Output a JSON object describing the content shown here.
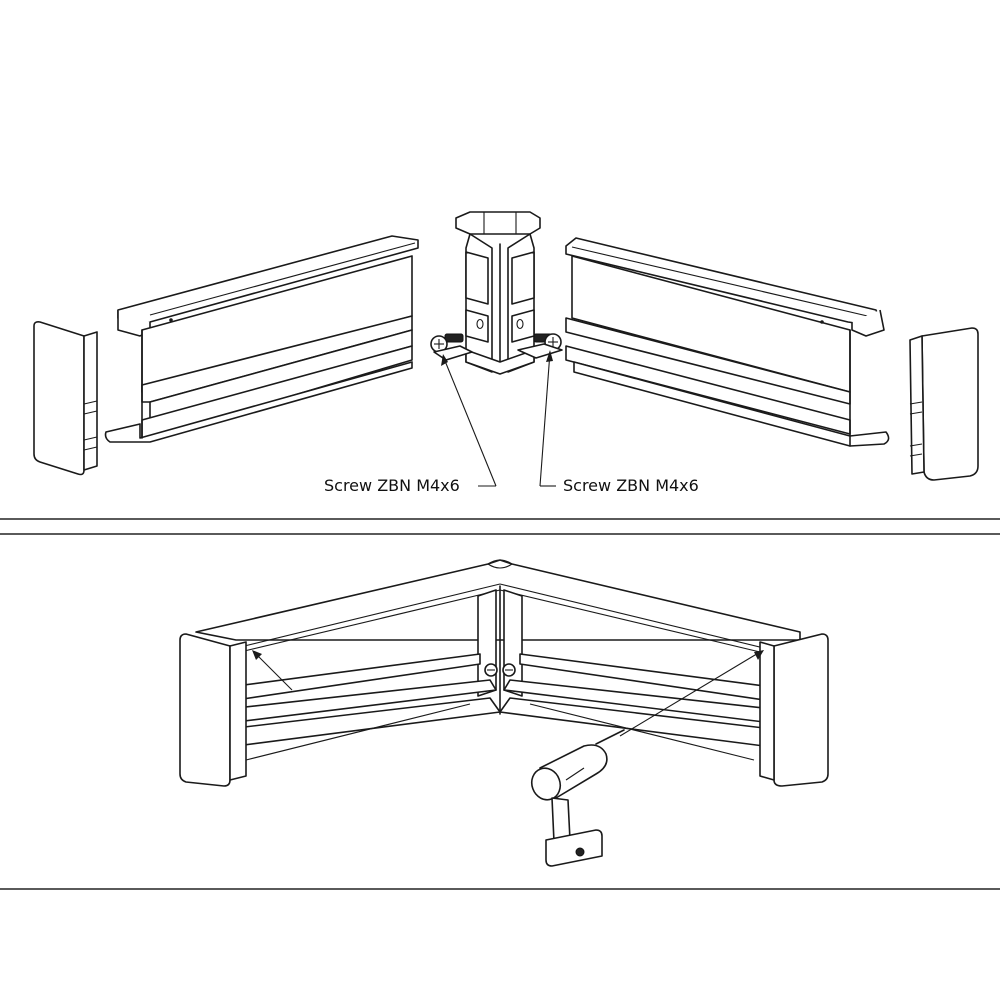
{
  "diagram": {
    "type": "assembly-instructions",
    "steps": [
      {
        "id": "step-1-exploded",
        "description": "Exploded view: two profile rails, two end caps, inner corner connector with two screws",
        "callouts": [
          {
            "label": "Screw ZBN M4x6",
            "side": "left"
          },
          {
            "label": "Screw ZBN M4x6",
            "side": "right"
          }
        ]
      },
      {
        "id": "step-2-assembled",
        "description": "Assembled corner with end caps; screws fastened with cordless drill"
      }
    ],
    "colors": {
      "line": "#1a1a1a",
      "divider": "#5a5a5a",
      "background": "#ffffff"
    }
  }
}
